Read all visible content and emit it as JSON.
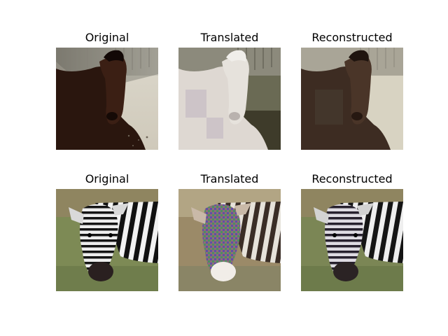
{
  "figure": {
    "rows": [
      {
        "subject": "horse",
        "panels": [
          {
            "title": "Original",
            "image": "horse-original"
          },
          {
            "title": "Translated",
            "image": "horse-translated-to-zebra"
          },
          {
            "title": "Reconstructed",
            "image": "horse-reconstructed"
          }
        ]
      },
      {
        "subject": "zebra",
        "panels": [
          {
            "title": "Original",
            "image": "zebra-original"
          },
          {
            "title": "Translated",
            "image": "zebra-translated-to-horse"
          },
          {
            "title": "Reconstructed",
            "image": "zebra-reconstructed"
          }
        ]
      }
    ]
  },
  "colors": {
    "background": "#ffffff",
    "title_text": "#000000",
    "horse_coat": "#2a160e",
    "stable_wall": "#b8b5a8",
    "white_horse": "#ddd7d0",
    "grass": "#7d8a55",
    "zebra_black": "#111111"
  }
}
